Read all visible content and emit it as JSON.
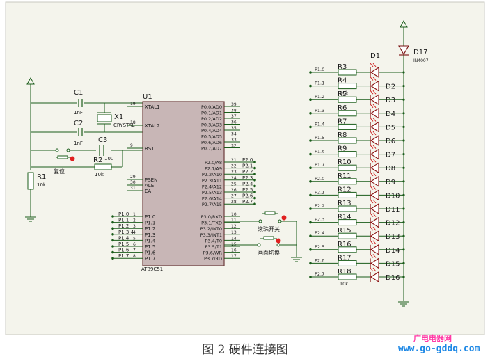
{
  "caption": "图 2 硬件连接图",
  "watermark": {
    "brand": "广电电器网",
    "url": "www.go-gddq.com"
  },
  "schematic": {
    "mcu": {
      "ref": "U1",
      "part": "AT89C51",
      "left_pins": [
        {
          "num": "19",
          "name": "XTAL1"
        },
        {
          "num": "18",
          "name": "XTAL2"
        },
        {
          "num": "9",
          "name": "RST"
        },
        {
          "num": "29",
          "name": "PSEN"
        },
        {
          "num": "30",
          "name": "ALE"
        },
        {
          "num": "31",
          "name": "EA"
        }
      ],
      "p1_pins": [
        {
          "num": "1",
          "name": "P1.0",
          "net": "P1.0"
        },
        {
          "num": "2",
          "name": "P1.1",
          "net": "P1.1"
        },
        {
          "num": "3",
          "name": "P1.2",
          "net": "P1.2"
        },
        {
          "num": "4",
          "name": "P1.3",
          "net": "P1.3 4"
        },
        {
          "num": "5",
          "name": "P1.4",
          "net": "P1.4"
        },
        {
          "num": "6",
          "name": "P1.5",
          "net": "P1.5"
        },
        {
          "num": "7",
          "name": "P1.6",
          "net": "P1.6"
        },
        {
          "num": "8",
          "name": "P1.7",
          "net": "P1.7"
        }
      ],
      "p0_pins": [
        {
          "num": "39",
          "name": "P0.0/AD0"
        },
        {
          "num": "38",
          "name": "P0.1/AD1"
        },
        {
          "num": "37",
          "name": "P0.2/AD2"
        },
        {
          "num": "36",
          "name": "P0.3/AD3"
        },
        {
          "num": "35",
          "name": "P0.4/AD4"
        },
        {
          "num": "34",
          "name": "P0.5/AD5"
        },
        {
          "num": "33",
          "name": "P0.6/AD6"
        },
        {
          "num": "32",
          "name": "P0.7/AD7"
        }
      ],
      "p2_pins": [
        {
          "num": "21",
          "name": "P2.0/A8",
          "net": "P2.0"
        },
        {
          "num": "22",
          "name": "P2.1/A9",
          "net": "P2.1"
        },
        {
          "num": "23",
          "name": "P2.2/A10",
          "net": "P2.2"
        },
        {
          "num": "24",
          "name": "P2.3/A11",
          "net": "P2.3"
        },
        {
          "num": "25",
          "name": "P2.4/A12",
          "net": "P2.4"
        },
        {
          "num": "26",
          "name": "P2.5/A13",
          "net": "P2.5"
        },
        {
          "num": "27",
          "name": "P2.6/A14",
          "net": "P2.6"
        },
        {
          "num": "28",
          "name": "P2.7/A15",
          "net": "P2.7"
        }
      ],
      "p3_pins": [
        {
          "num": "10",
          "name": "P3.0/RXD"
        },
        {
          "num": "11",
          "name": "P3.1/TXD"
        },
        {
          "num": "12",
          "name": "P3.2/INT0"
        },
        {
          "num": "13",
          "name": "P3.3/INT1"
        },
        {
          "num": "14",
          "name": "P3.4/T0"
        },
        {
          "num": "15",
          "name": "P3.5/T1"
        },
        {
          "num": "16",
          "name": "P3.6/WR"
        },
        {
          "num": "17",
          "name": "P3.7/RD"
        }
      ]
    },
    "components": {
      "c1": {
        "ref": "C1",
        "value": "1nF"
      },
      "c2": {
        "ref": "C2",
        "value": "1nF"
      },
      "c3": {
        "ref": "C3",
        "value": "10u"
      },
      "x1": {
        "ref": "X1",
        "value": "CRYSTAL"
      },
      "r1": {
        "ref": "R1",
        "value": "10k"
      },
      "r2": {
        "ref": "R2",
        "value": "10k"
      },
      "reset_button": "复位",
      "scroll_button": "滚珠开关",
      "screen_button": "画面切换",
      "d17": {
        "ref": "D17",
        "value": "IN4007"
      }
    },
    "led_rows": [
      {
        "net": "P1.0",
        "r": "R3",
        "d": "D1"
      },
      {
        "net": "P1.1",
        "r": "R4",
        "r_value": "10k",
        "d": "D2"
      },
      {
        "net": "P1.2",
        "r": "R5",
        "d": "D3"
      },
      {
        "net": "P1.3",
        "r": "R6",
        "d": "D4"
      },
      {
        "net": "P1.4",
        "r": "R7",
        "d": "D5"
      },
      {
        "net": "P1.5",
        "r": "R8",
        "d": "D6"
      },
      {
        "net": "P1.6",
        "r": "R9",
        "d": "D7"
      },
      {
        "net": "P1.7",
        "r": "R10",
        "d": "D8"
      },
      {
        "net": "P2.0",
        "r": "R11",
        "d": "D9"
      },
      {
        "net": "P2.1",
        "r": "R12",
        "d": "D10"
      },
      {
        "net": "P2.2",
        "r": "R13",
        "d": "D11"
      },
      {
        "net": "P2.3",
        "r": "R14",
        "d": "D12"
      },
      {
        "net": "P2.4",
        "r": "R15",
        "d": "D13"
      },
      {
        "net": "P2.5",
        "r": "R16",
        "d": "D14"
      },
      {
        "net": "P2.6",
        "r": "R17",
        "d": "D15"
      },
      {
        "net": "P2.7",
        "r": "R18",
        "r_value": "10k",
        "d": "D16"
      }
    ]
  }
}
